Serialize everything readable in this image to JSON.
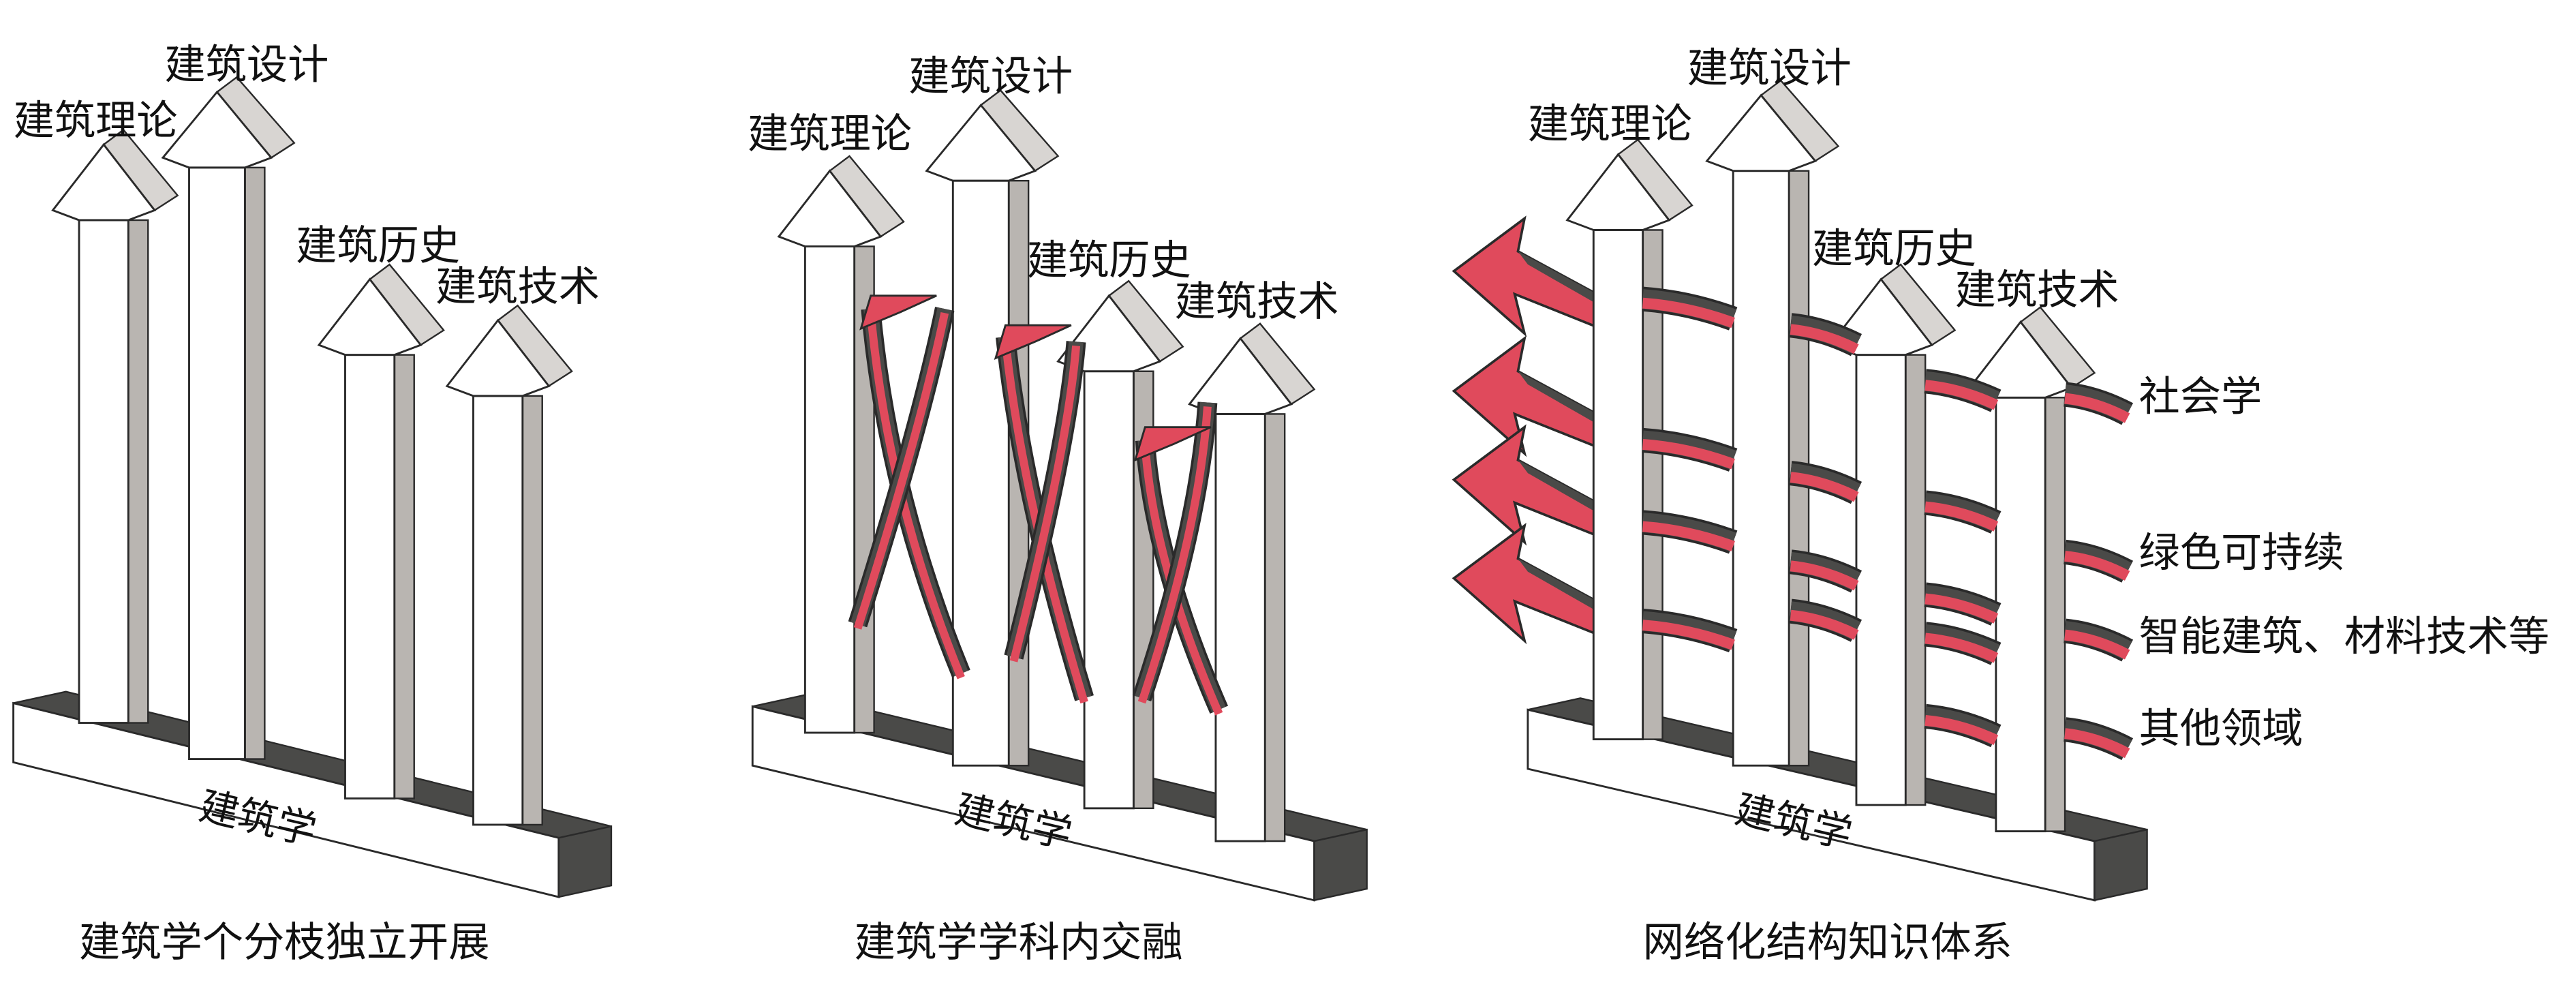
{
  "colors": {
    "red": "#e04a5c",
    "dark": "#4a4a48",
    "gray": "#b9b5b1",
    "light": "#d8d5d2",
    "outline": "#2a2a2a"
  },
  "panels": [
    {
      "title": "建筑学个分枝独立开展",
      "base_label": "建筑学",
      "branches": [
        "建筑理论",
        "建筑设计",
        "建筑历史",
        "建筑技术"
      ]
    },
    {
      "title": "建筑学学科内交融",
      "base_label": "建筑学",
      "branches": [
        "建筑理论",
        "建筑设计",
        "建筑历史",
        "建筑技术"
      ]
    },
    {
      "title": "网络化结构知识体系",
      "base_label": "建筑学",
      "branches": [
        "建筑理论",
        "建筑设计",
        "建筑历史",
        "建筑技术"
      ],
      "fields": [
        "社会学",
        "绿色可持续",
        "智能建筑、材料技术等",
        "其他领域"
      ]
    }
  ]
}
